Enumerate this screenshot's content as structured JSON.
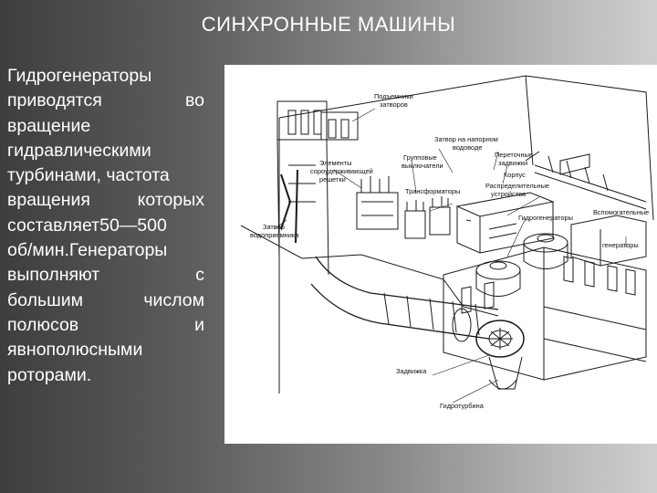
{
  "slide": {
    "title": "СИНХРОННЫЕ МАШИНЫ",
    "text_lines": [
      [
        "Гидрогенераторы"
      ],
      [
        "приводятся",
        "во"
      ],
      [
        "вращение"
      ],
      [
        "гидравлическими"
      ],
      [
        "турбинами, частота"
      ],
      [
        "вращения",
        "которых"
      ],
      [
        "составляет50—500"
      ],
      [
        "об/мин.Генераторы"
      ],
      [
        "выполняют",
        "с"
      ],
      [
        "большим",
        "числом"
      ],
      [
        "полюсов",
        "и"
      ],
      [
        "явнополюсными"
      ],
      [
        "роторами."
      ]
    ]
  },
  "figure": {
    "labels": {
      "lifter_1": "Подъемники",
      "lifter_2": "затворов",
      "gate_intake_1": "Затвор на напорном",
      "gate_intake_2": "водоводе",
      "group_switch_1": "Групповые",
      "group_switch_2": "выключатели",
      "overflow_1": "Переточные",
      "overflow_2": "задвижки",
      "casing": "Корпус",
      "distribution_1": "Распределительные",
      "distribution_2": "устройства",
      "grate_1": "Элементы",
      "grate_2": "сороудерживающей",
      "grate_3": "решетки",
      "transformers": "Трансформаторы",
      "hydrogenerators": "Гидрогенераторы",
      "aux_gen_1": "Вспомогательные",
      "aux_gen_2": "генераторы",
      "intake_gate_1": "Затвор",
      "intake_gate_2": "водоприемника",
      "valve": "Задвижка",
      "hydroturbine": "Гидротурбина"
    }
  }
}
